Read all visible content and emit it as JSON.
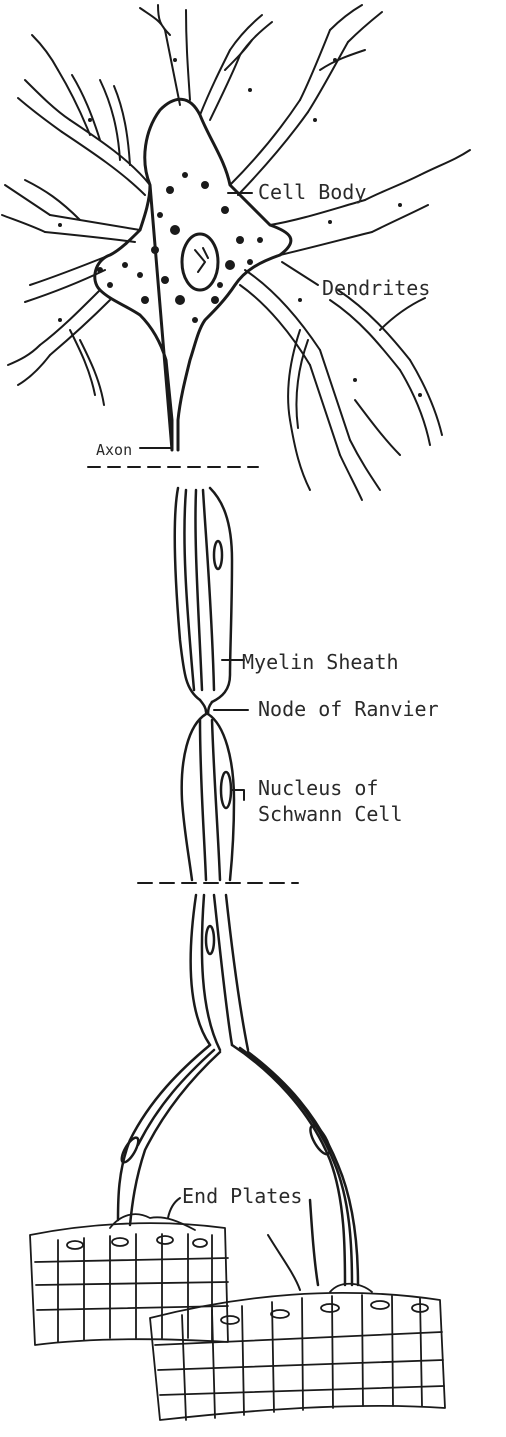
{
  "labels": {
    "cell_body": "Cell Body",
    "dendrites": "Dendrites",
    "axon": "Axon",
    "myelin_sheath": "Myelin Sheath",
    "node_of_ranvier": "Node of Ranvier",
    "nucleus_line1": "Nucleus of",
    "nucleus_line2": "Schwann Cell",
    "end_plates": "End Plates"
  },
  "colors": {
    "ink": "#1a1a1a",
    "paper": "#ffffff"
  }
}
